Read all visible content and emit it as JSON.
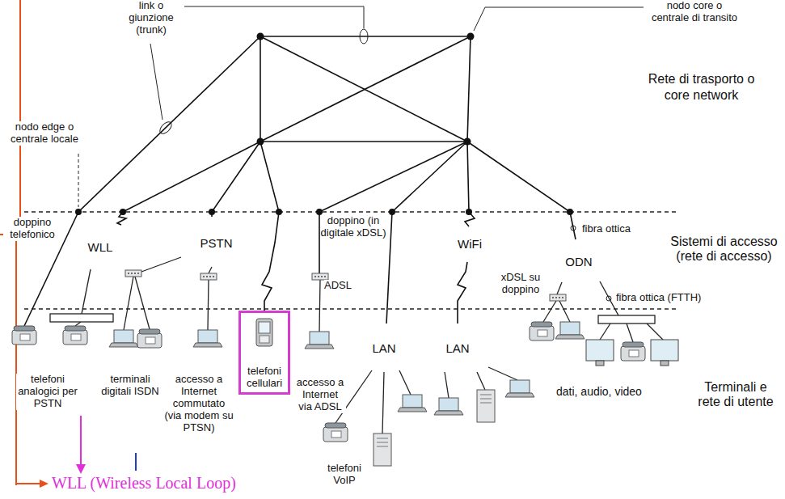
{
  "diagram": {
    "nodes": [
      {
        "text": [
          "Rete di trasporto o core network"
        ]
      },
      {
        "text": [
          "WLL"
        ]
      },
      {
        "text": [
          "PSTN"
        ]
      },
      {
        "text": [
          "WiFi"
        ]
      },
      {
        "text": [
          "ODN"
        ]
      },
      {
        "text": [
          "telefoni cellulari"
        ]
      },
      {
        "text": [
          "LAN"
        ]
      },
      {
        "text": [
          "LAN"
        ]
      }
    ],
    "edges": [
      {
        "from": 1,
        "to": 0,
        "arrow": "none"
      },
      {
        "from": 2,
        "to": 0,
        "arrow": "none"
      },
      {
        "from": 3,
        "to": 0,
        "arrow": "none"
      },
      {
        "from": 4,
        "to": 0,
        "arrow": "none"
      },
      {
        "from": 5,
        "to": 0,
        "arrow": "none"
      },
      {
        "from": 6,
        "to": 0,
        "arrow": "none"
      },
      {
        "from": 7,
        "to": 3,
        "arrow": "none"
      }
    ],
    "labels": [
      "link o giunzione (trunk)",
      "nodo core o centrale di transito",
      "nodo edge o centrale locale",
      "doppino telefonico",
      "doppino (in digitale xDSL)",
      "fibra ottica",
      "Sistemi di accesso (rete di accesso)",
      "xDSL su doppino",
      "ADSL",
      "fibra ottica (FTTH)",
      "Terminali e rete di utente",
      "telefoni analogici per PSTN",
      "terminali digitali ISDN",
      "accesso a Internet commutato (via modem su PTSN)",
      "accesso a Internet via ADSL",
      "telefoni VoIP",
      "dati, audio, video",
      "WLL (Wireless Local Loop)"
    ]
  }
}
